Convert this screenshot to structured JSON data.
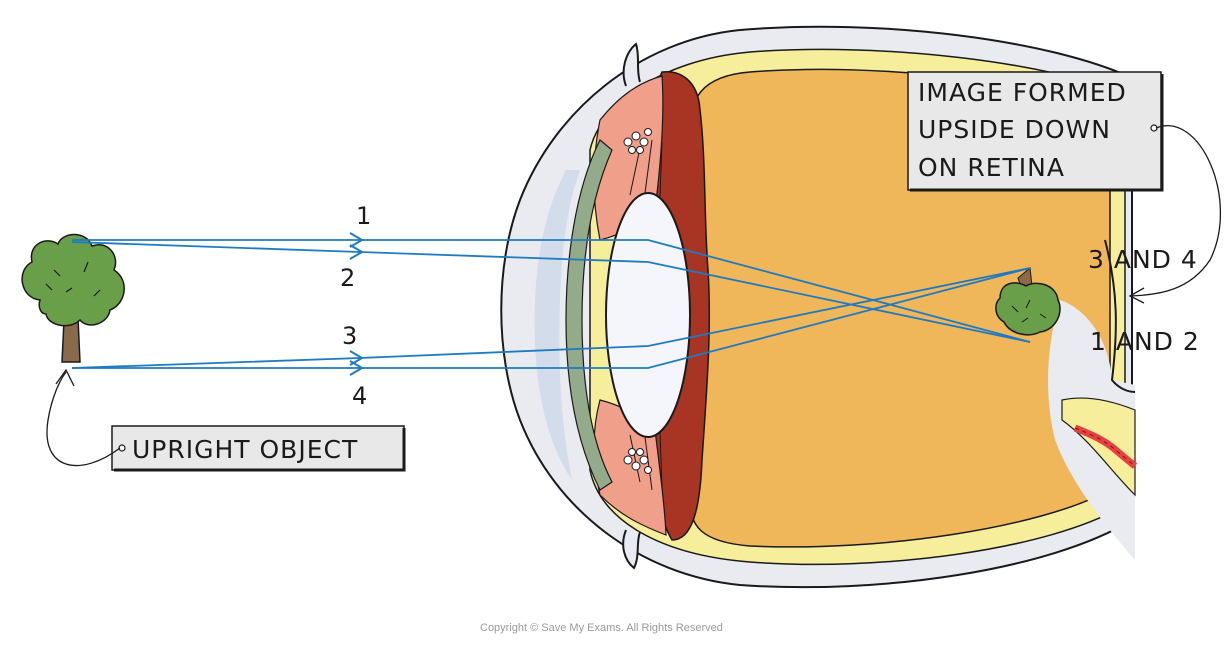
{
  "labels": {
    "upright_object": "UPRIGHT OBJECT",
    "image_line1": "IMAGE FORMED",
    "image_line2": "UPSIDE DOWN",
    "image_line3": "ON RETINA",
    "rays_3_and_4": "3 AND 4",
    "rays_1_and_2": "1 AND 2"
  },
  "ray_numbers": [
    "1",
    "2",
    "3",
    "4"
  ],
  "copyright": "Copyright © Save My Exams. All Rights Reserved",
  "colors": {
    "ray": "#1f7bc1",
    "vitreous": "#f0b65a",
    "retina": "#f7ee9b",
    "choroid_red": "#a83424",
    "iris_pink": "#ef9f8a",
    "cornea_green": "#93ab8a",
    "sclera": "#e6e8ee",
    "tree_green": "#6a9f4a",
    "trunk": "#8a6a4a",
    "label_box": "#e8e8e8"
  }
}
